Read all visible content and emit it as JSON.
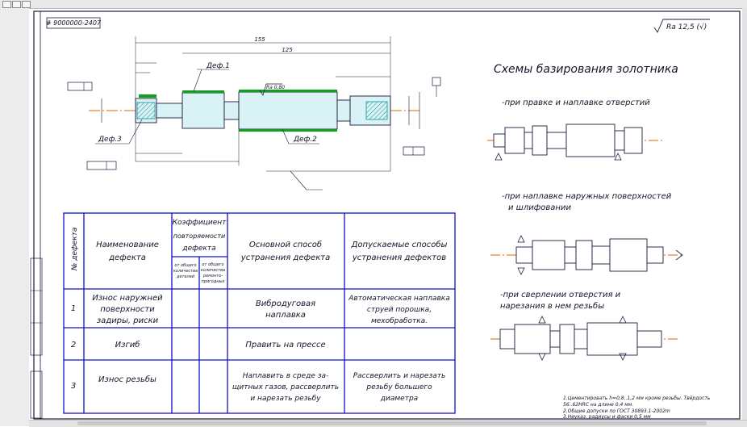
{
  "drawing": {
    "stamp_code": "# 9000000-2407",
    "roughness": "Ra 12,5 (√)",
    "defect_labels": [
      "Деф.1",
      "Деф.2",
      "Деф.3"
    ],
    "dimension_labels": [
      "155",
      "125",
      "Ra 0,80"
    ]
  },
  "schemes": {
    "title": "Схемы базирования золотника",
    "captions": [
      "-при правке и наплавке отверстий",
      "-при наплавке наружных поверхностей",
      "и шлифовании",
      "-при сверлении отверстия и",
      "нарезания в нем резьбы"
    ]
  },
  "table": {
    "col_no": "№ дефекта",
    "col_name": [
      "Наименование",
      "дефекта"
    ],
    "col_coef": [
      "Коэффициент",
      "повторяемости",
      "дефекта"
    ],
    "col_coef_a": [
      "от общего",
      "количества",
      "деталей"
    ],
    "col_coef_b": [
      "от общего",
      "количества",
      "ремонто-",
      "пригодных"
    ],
    "col_method": [
      "Основной способ",
      "устранения дефекта"
    ],
    "col_allowed": [
      "Допускаемые способы",
      "устранения дефектов"
    ],
    "rows": [
      {
        "no": "1",
        "name": [
          "Износ наружней",
          "поверхности",
          "задиры, риски"
        ],
        "method": [
          "Вибродуговая",
          "наплавка"
        ],
        "allowed": [
          "Автоматическая наплавка",
          "струей порошка,",
          "мехобработка."
        ]
      },
      {
        "no": "2",
        "name": [
          "Изгиб"
        ],
        "method": [
          "Править на прессе"
        ],
        "allowed": []
      },
      {
        "no": "3",
        "name": [
          "Износ резьбы"
        ],
        "method": [
          "Наплавить в среде за-",
          "щитных газов, рассверлить",
          "и нарезать резьбу"
        ],
        "allowed": [
          "Рассверлить и нарезать",
          "резьбу большего",
          "диаметра"
        ]
      }
    ]
  },
  "notes": [
    "1.Цементировать h=0,8..1,2 мм кроме резьбы. Твёрдость",
    "56..62HRC на длине 0,4 мм.",
    "2.Общие допуски по ГОСТ 30893.1-2002m",
    "3.Неуказ. радиусы и фаски 0,5 мм"
  ],
  "colors": {
    "ink": "#1a1a3a",
    "blue_frame": "#1010c8",
    "centerline": "#e06a00",
    "part_fill": "#d8f2f6",
    "hatch": "#159090",
    "defect": "#10a020"
  }
}
